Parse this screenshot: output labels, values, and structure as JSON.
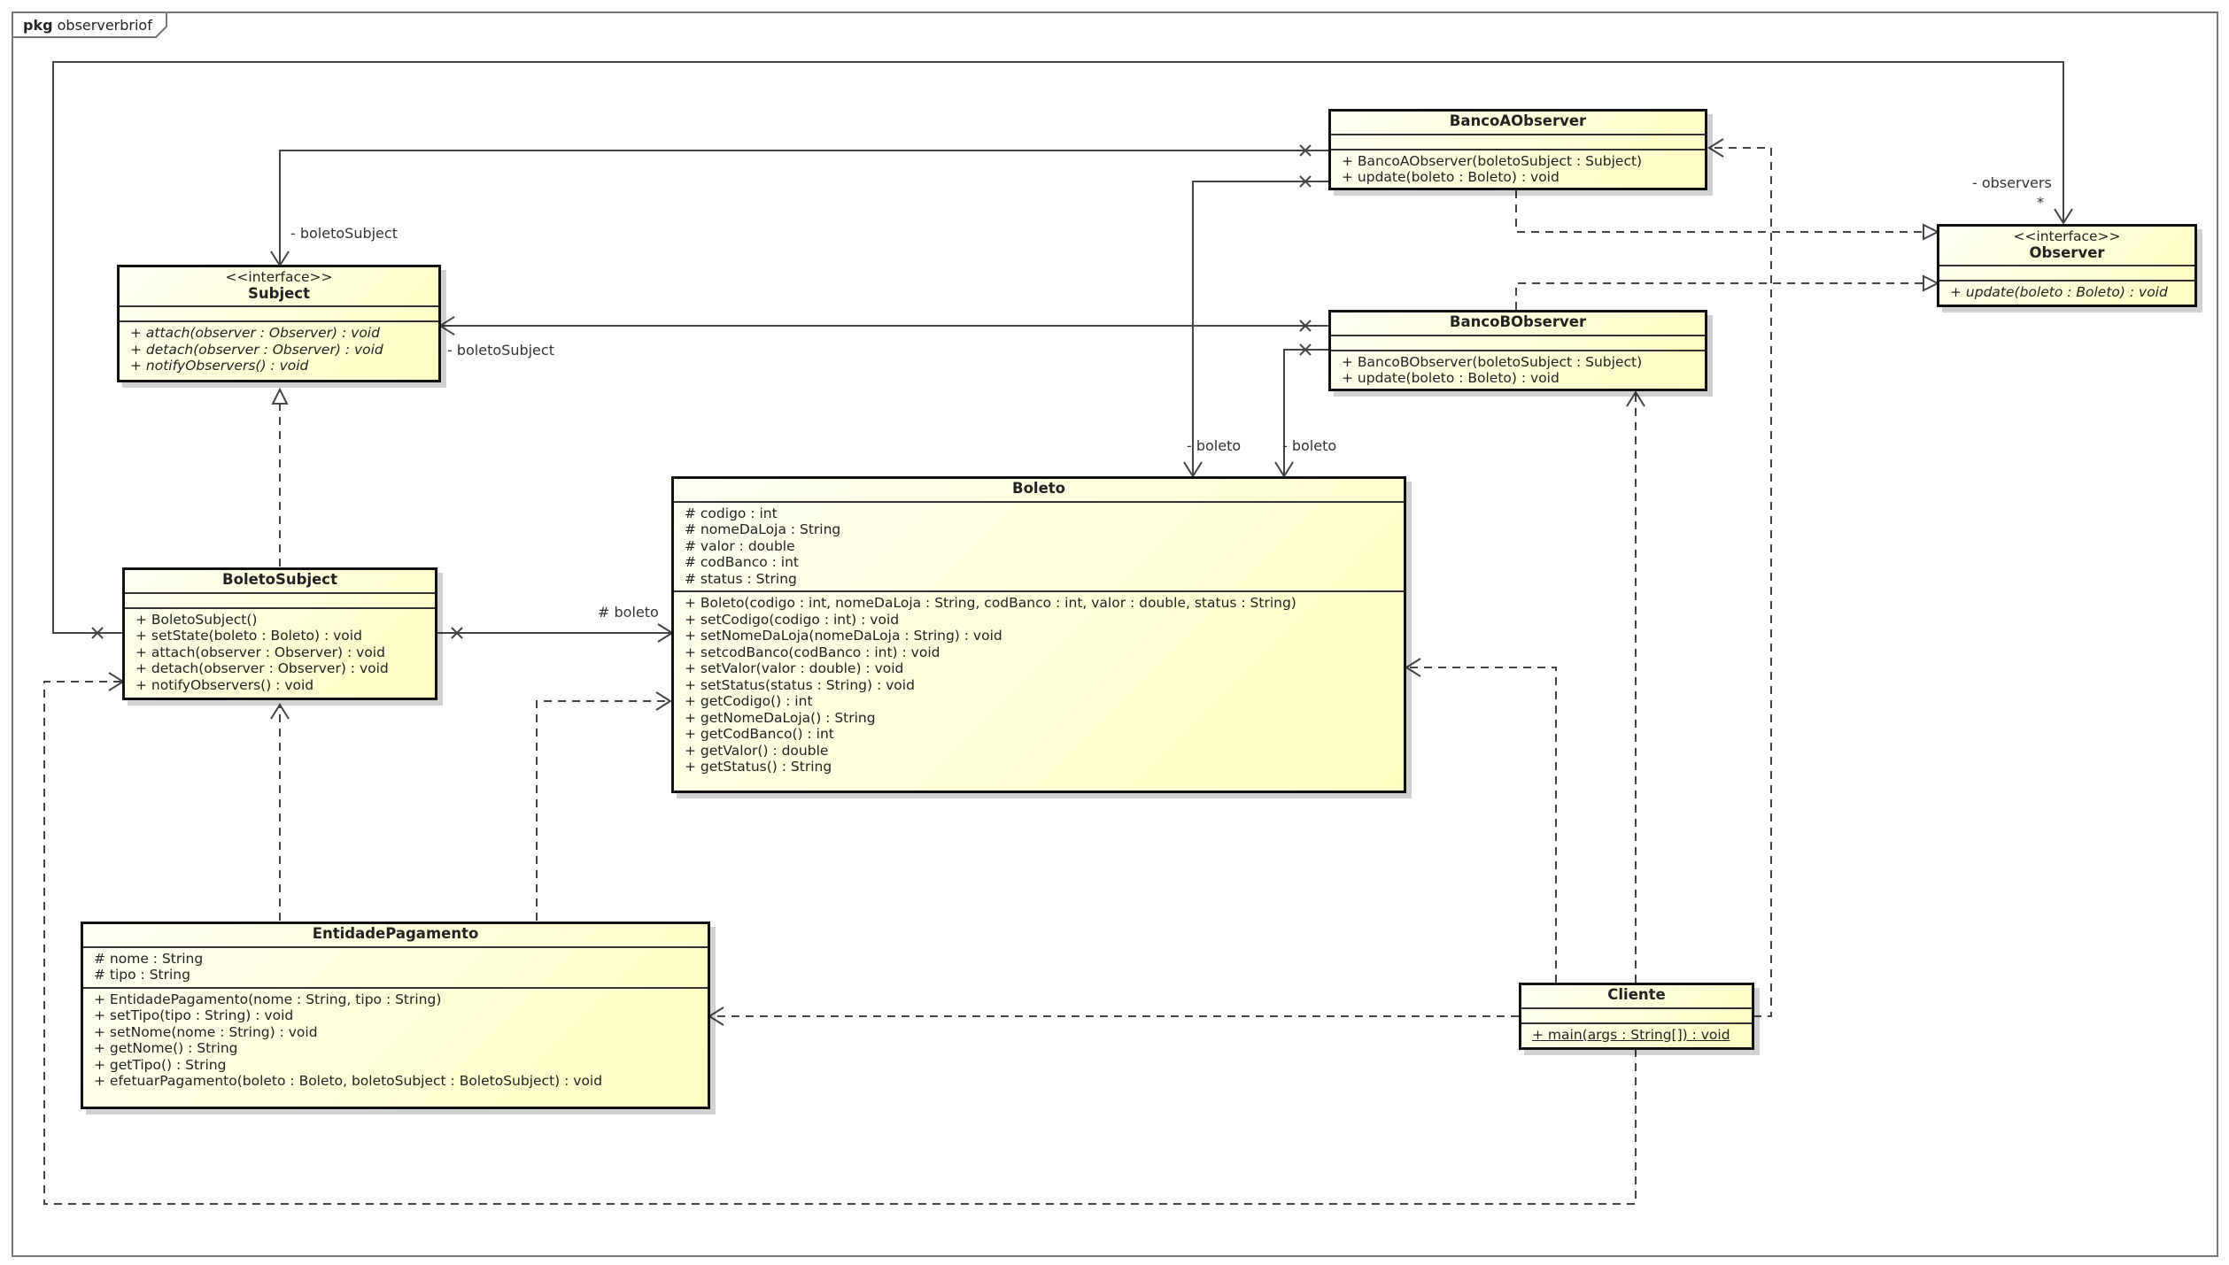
{
  "package": {
    "keyword": "pkg",
    "name": "observerbriof"
  },
  "classes": {
    "bancoA": {
      "name": "BancoAObserver",
      "attributes": [],
      "operations": [
        "+ BancoAObserver(boletoSubject : Subject)",
        "+ update(boleto : Boleto) : void"
      ]
    },
    "bancoB": {
      "name": "BancoBObserver",
      "attributes": [],
      "operations": [
        "+ BancoBObserver(boletoSubject : Subject)",
        "+ update(boleto : Boleto) : void"
      ]
    },
    "observer": {
      "stereotype": "<<interface>>",
      "name": "Observer",
      "attributes": [],
      "operations": [
        "+ update(boleto : Boleto) : void"
      ]
    },
    "subject": {
      "stereotype": "<<interface>>",
      "name": "Subject",
      "attributes": [],
      "operations": [
        "+ attach(observer : Observer) : void",
        "+ detach(observer : Observer) : void",
        "+ notifyObservers() : void"
      ]
    },
    "boletoSubject": {
      "name": "BoletoSubject",
      "attributes": [],
      "operations": [
        "+ BoletoSubject()",
        "+ setState(boleto : Boleto) : void",
        "+ attach(observer : Observer) : void",
        "+ detach(observer : Observer) : void",
        "+ notifyObservers() : void"
      ]
    },
    "boleto": {
      "name": "Boleto",
      "attributes": [
        "# codigo : int",
        "# nomeDaLoja : String",
        "# valor : double",
        "# codBanco : int",
        "# status : String"
      ],
      "operations": [
        "+ Boleto(codigo : int, nomeDaLoja : String, codBanco : int, valor : double, status : String)",
        "+ setCodigo(codigo : int) : void",
        "+ setNomeDaLoja(nomeDaLoja : String) : void",
        "+ setcodBanco(codBanco : int) : void",
        "+ setValor(valor : double) : void",
        "+ setStatus(status : String) : void",
        "+ getCodigo() : int",
        "+ getNomeDaLoja() : String",
        "+ getCodBanco() : int",
        "+ getValor() : double",
        "+ getStatus() : String"
      ]
    },
    "entidade": {
      "name": "EntidadePagamento",
      "attributes": [
        "# nome : String",
        "# tipo : String"
      ],
      "operations": [
        "+ EntidadePagamento(nome : String, tipo : String)",
        "+ setTipo(tipo : String) : void",
        "+ setNome(nome : String) : void",
        "+ getNome() : String",
        "+ getTipo() : String",
        "+ efetuarPagamento(boleto : Boleto, boletoSubject : BoletoSubject) : void"
      ]
    },
    "cliente": {
      "name": "Cliente",
      "attributes": [],
      "operations": [
        "+ main(args : String[]) : void"
      ]
    }
  },
  "labels": {
    "observers_role": "- observers",
    "observers_mult": "*",
    "subjectRoleA": "- boletoSubject",
    "subjectRoleB": "- boletoSubject",
    "boletoRoleA": "- boleto",
    "boletoRoleB": "- boleto",
    "boletoRoleSubject": "# boleto"
  },
  "colors": {
    "class_fill": "#ffffd6",
    "line": "#333333"
  }
}
